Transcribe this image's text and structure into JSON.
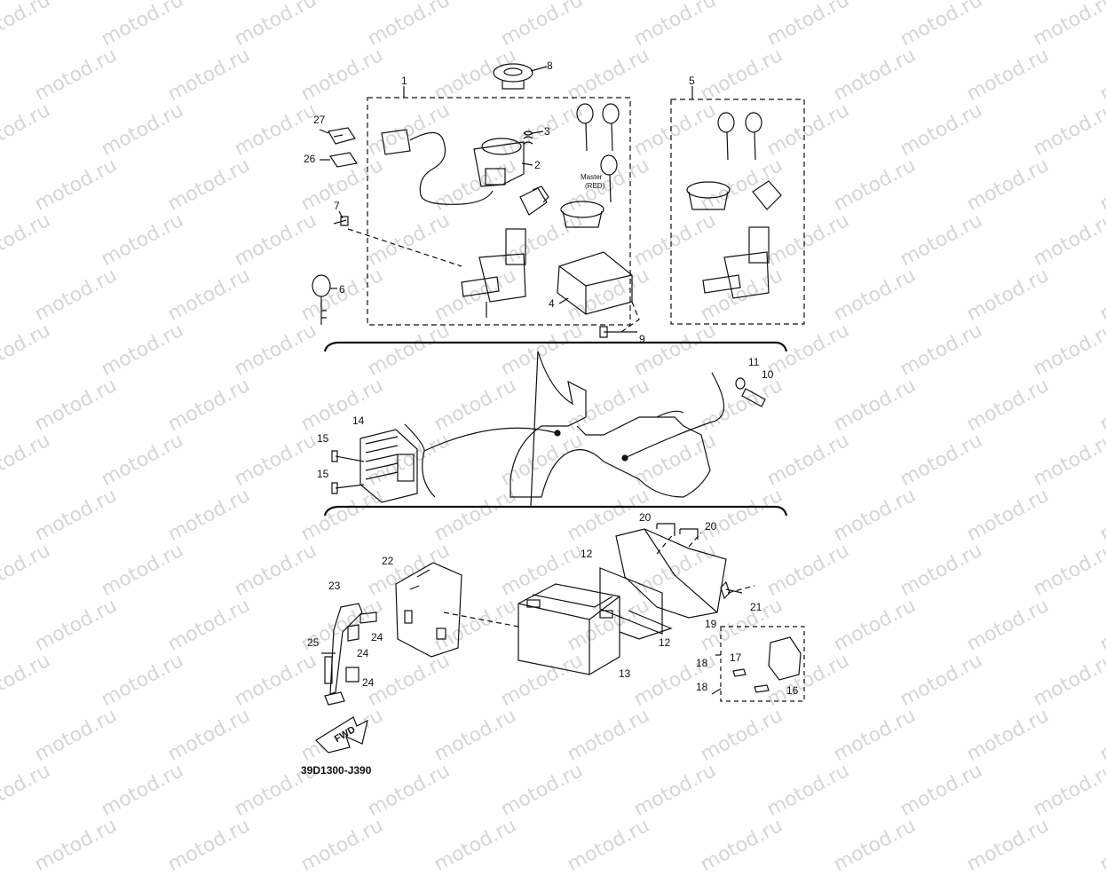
{
  "watermark": "motod.ru",
  "diagram_code": "39D1300-J390",
  "fwd_label": "FWD",
  "master_label": "Master",
  "master_color": "(RED)",
  "callouts": {
    "c1": "1",
    "c2": "2",
    "c3": "3",
    "c4": "4",
    "c5": "5",
    "c6": "6",
    "c7": "7",
    "c8": "8",
    "c9": "9",
    "c10": "10",
    "c11": "11",
    "c12a": "12",
    "c12b": "12",
    "c13": "13",
    "c14": "14",
    "c15a": "15",
    "c15b": "15",
    "c16": "16",
    "c17": "17",
    "c18a": "18",
    "c18b": "18",
    "c19": "19",
    "c20a": "20",
    "c20b": "20",
    "c21": "21",
    "c22": "22",
    "c23": "23",
    "c24a": "24",
    "c24b": "24",
    "c24c": "24",
    "c25": "25",
    "c26": "26",
    "c27": "27"
  }
}
